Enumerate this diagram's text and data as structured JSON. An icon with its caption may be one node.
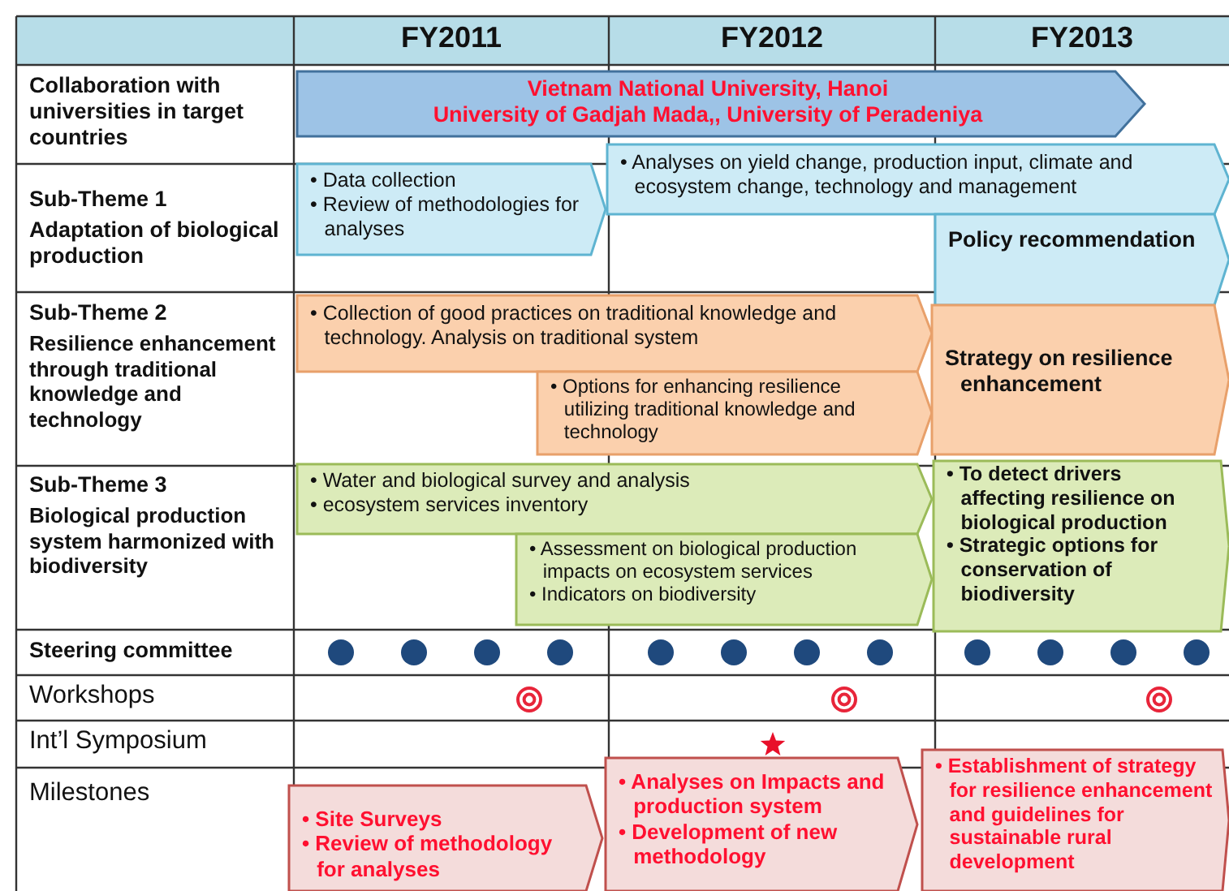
{
  "diagram": {
    "nodes": [
      {
        "text": [
          "Vietnam National University, Hanoi",
          "University of Gadjah Mada,, University of Peradeniya"
        ]
      },
      {
        "text": [
          "• Data collection",
          "• Review of methodologies for analyses"
        ]
      },
      {
        "text": [
          "• Analyses on yield change, production input, climate and ecosystem change, technology and management"
        ]
      },
      {
        "text": [
          "Policy recommendation"
        ]
      },
      {
        "text": [
          "• Collection of good practices on traditional knowledge and technology. Analysis on traditional system"
        ]
      },
      {
        "text": [
          "• Options for enhancing resilience utilizing traditional knowledge and technology"
        ]
      },
      {
        "text": [
          "Strategy on resilience enhancement"
        ]
      },
      {
        "text": [
          "• Water and biological survey and analysis",
          "• ecosystem services inventory"
        ]
      },
      {
        "text": [
          "• Assessment on biological production impacts on ecosystem services",
          "• Indicators on biodiversity"
        ]
      },
      {
        "text": [
          "• To detect drivers affecting resilience on biological production",
          "• Strategic options for conservation of biodiversity"
        ]
      },
      {
        "text": [
          "• Site Surveys",
          "• Review of methodology for analyses"
        ]
      },
      {
        "text": [
          "• Analyses on Impacts and production system",
          "• Development of new methodology"
        ]
      },
      {
        "text": [
          "• Establishment of strategy for resilience enhancement and guidelines for sustainable rural development"
        ]
      }
    ],
    "labels": [
      "FY2011",
      "FY2012",
      "FY2013",
      "Collaboration with universities in target countries",
      "Sub-Theme 1",
      "Adaptation of biological production",
      "Sub-Theme 2",
      "Resilience enhancement through traditional knowledge and technology",
      "Sub-Theme 3",
      "Biological production system harmonized with biodiversity",
      "Steering committee",
      "Workshops",
      "Int’l Symposium",
      "Milestones"
    ]
  }
}
